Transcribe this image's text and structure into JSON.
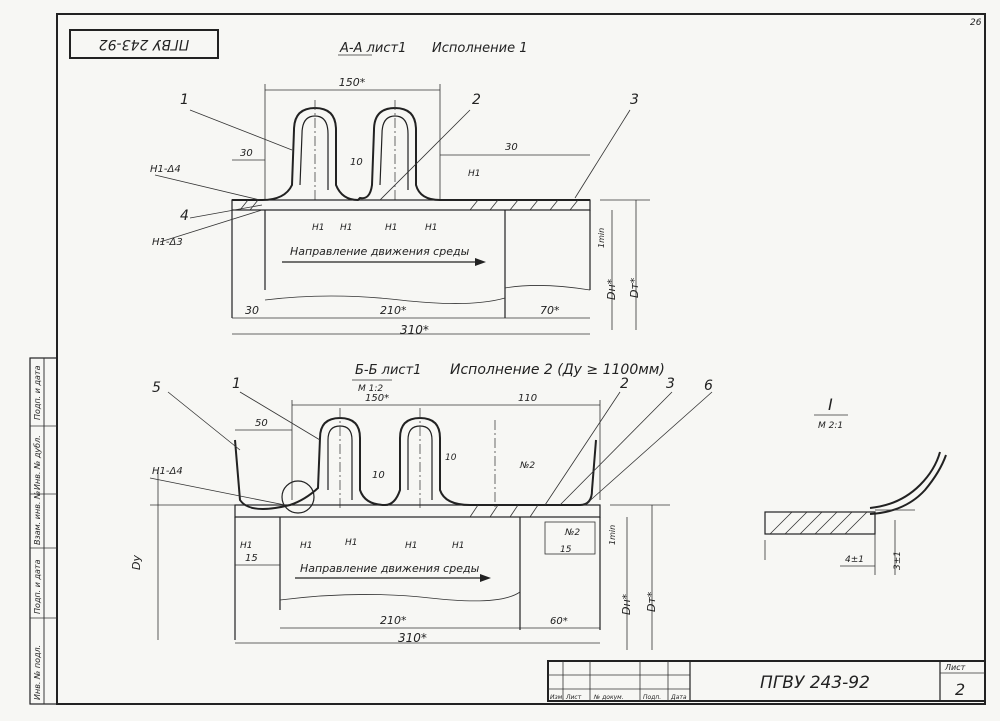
{
  "page_number": "26",
  "stamp_top": "ПГВУ 243-92",
  "section_a": {
    "title": "А-А лист1",
    "variant": "Исполнение 1"
  },
  "section_b": {
    "title": "Б-Б лист1",
    "variant": "Исполнение 2 (Ду ≥ 1100мм)",
    "scale": "М 1:2"
  },
  "detail": {
    "label": "I",
    "scale": "М 2:1"
  },
  "flow_text": "Направление движения среды",
  "a_dims": {
    "d150": "150*",
    "d30_left": "30",
    "d30_right": "30",
    "d10": "10",
    "d30_bottom": "30",
    "d210": "210*",
    "d70": "70*",
    "d310": "310*",
    "dn": "Dн*",
    "dt": "Dт*",
    "gap": "1min"
  },
  "a_weld_marks": {
    "left1": "Н1-Δ4",
    "left2": "Н1-Δ3",
    "n1": "Н1"
  },
  "a_callouts": [
    "1",
    "2",
    "3",
    "4"
  ],
  "b_dims": {
    "d150": "150*",
    "d50": "50",
    "d110": "110",
    "d10": "10",
    "d10b": "10",
    "d15_left": "15",
    "d15_right": "15",
    "d210": "210*",
    "d60": "60*",
    "d310": "310*",
    "dy": "Dу",
    "dn": "Dн*",
    "dt": "Dт*",
    "gap": "1min"
  },
  "b_weld_marks": {
    "left": "Н1-Δ4",
    "n2": "№2",
    "n1": "Н1"
  },
  "b_callouts": [
    "5",
    "1",
    "2",
    "3",
    "6"
  ],
  "detail_dims": {
    "d1": "4±1",
    "d2": "3±1"
  },
  "side_labels": [
    "Подп. и дата",
    "Инв. № дубл.",
    "Взам. инв. №",
    "Подп. и дата",
    "Инв. № подл."
  ],
  "title_block": {
    "doc": "ПГВУ 243-92",
    "sheet_label": "Лист",
    "sheet_no": "2",
    "cols": [
      "Изм.",
      "Лист",
      "№ докум.",
      "Подп.",
      "Дата"
    ]
  }
}
